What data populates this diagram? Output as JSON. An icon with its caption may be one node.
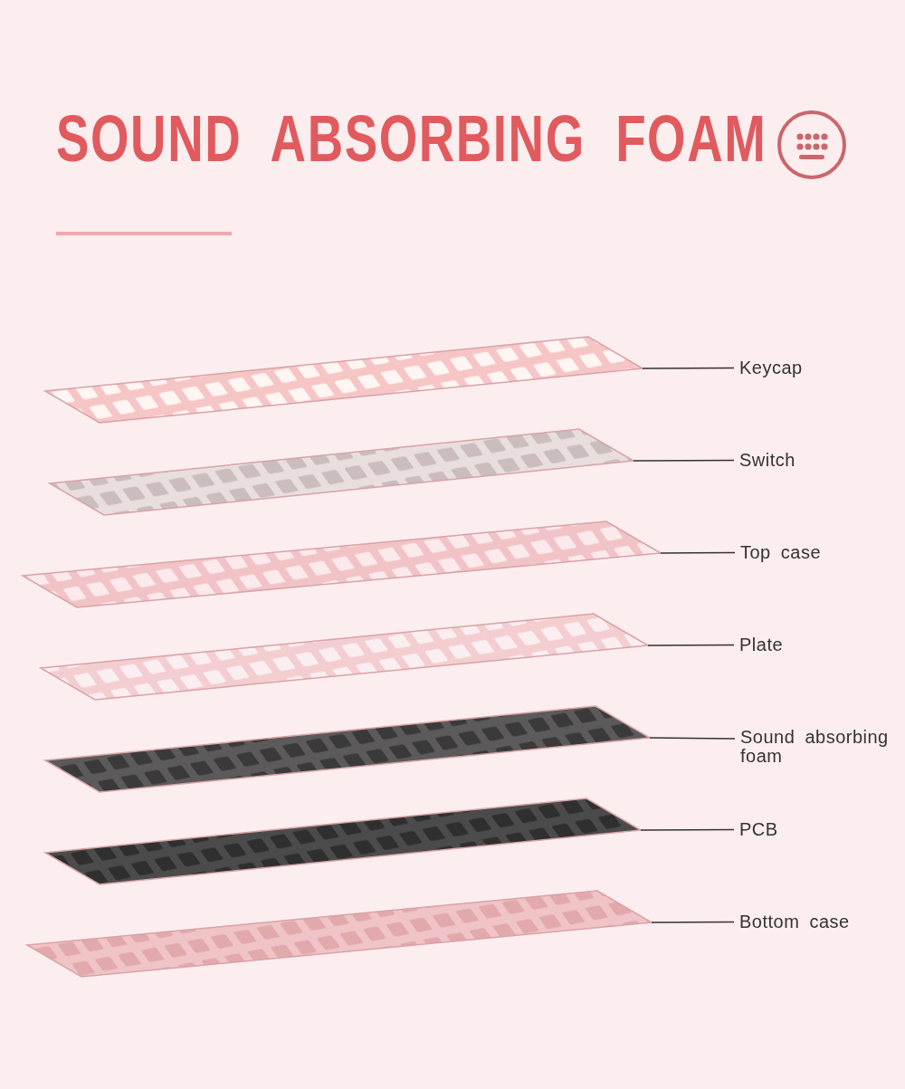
{
  "diagram": {
    "title": "SOUND ABSORBING FOAM",
    "nodes": [
      {
        "text": [
          "Keycap"
        ]
      },
      {
        "text": [
          "Switch"
        ]
      },
      {
        "text": [
          "Top case"
        ]
      },
      {
        "text": [
          "Plate"
        ]
      },
      {
        "text": [
          "Sound absorbing foam"
        ]
      },
      {
        "text": [
          "PCB"
        ]
      },
      {
        "text": [
          "Bottom case"
        ]
      },
      {
        "text": [],
        "shape": "picture"
      },
      {
        "text": [],
        "shape": "picture"
      },
      {
        "text": [],
        "shape": "picture"
      },
      {
        "text": [],
        "shape": "picture"
      },
      {
        "text": [],
        "shape": "picture"
      },
      {
        "text": [],
        "shape": "picture"
      },
      {
        "text": [],
        "shape": "picture"
      }
    ],
    "edges": [
      {
        "from": 0,
        "to": 7,
        "arrow": "none"
      },
      {
        "from": 1,
        "to": 8,
        "arrow": "none"
      },
      {
        "from": 2,
        "to": 9,
        "arrow": "none"
      },
      {
        "from": 3,
        "to": 10,
        "arrow": "none"
      },
      {
        "from": 4,
        "to": 11,
        "arrow": "none"
      },
      {
        "from": 5,
        "to": 12,
        "arrow": "none"
      },
      {
        "from": 6,
        "to": 13,
        "arrow": "none"
      }
    ]
  }
}
